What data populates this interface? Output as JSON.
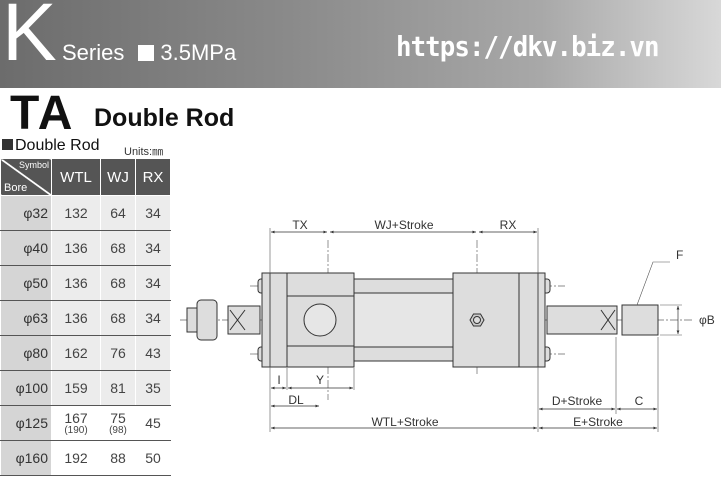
{
  "header": {
    "series_letter": "K",
    "series_label": "Series",
    "pressure": "3.5MPa",
    "url": "https://dkv.biz.vn"
  },
  "title": {
    "model": "TA",
    "name": "Double Rod"
  },
  "table": {
    "subtitle": "Double Rod",
    "units": "Units:㎜",
    "corner_symbol": "Symbol",
    "corner_bore": "Bore",
    "columns": [
      "WTL",
      "WJ",
      "RX"
    ],
    "rows": [
      {
        "bore": "φ32",
        "wtl": "132",
        "wj": "64",
        "rx": "34"
      },
      {
        "bore": "φ40",
        "wtl": "136",
        "wj": "68",
        "rx": "34"
      },
      {
        "bore": "φ50",
        "wtl": "136",
        "wj": "68",
        "rx": "34"
      },
      {
        "bore": "φ63",
        "wtl": "136",
        "wj": "68",
        "rx": "34"
      },
      {
        "bore": "φ80",
        "wtl": "162",
        "wj": "76",
        "rx": "43"
      },
      {
        "bore": "φ100",
        "wtl": "159",
        "wj": "81",
        "rx": "35"
      },
      {
        "bore": "φ125",
        "wtl": "167",
        "wtl_alt": "(190)",
        "wj": "75",
        "wj_alt": "(98)",
        "rx": "45"
      },
      {
        "bore": "φ160",
        "wtl": "192",
        "wj": "88",
        "rx": "50"
      }
    ]
  },
  "drawing": {
    "labels": {
      "tx": "TX",
      "wj": "WJ+Stroke",
      "rx": "RX",
      "f": "F",
      "b": "φB",
      "i": "I",
      "y": "Y",
      "dl": "DL",
      "wtl": "WTL+Stroke",
      "d": "D+Stroke",
      "c": "C",
      "e": "E+Stroke"
    }
  }
}
